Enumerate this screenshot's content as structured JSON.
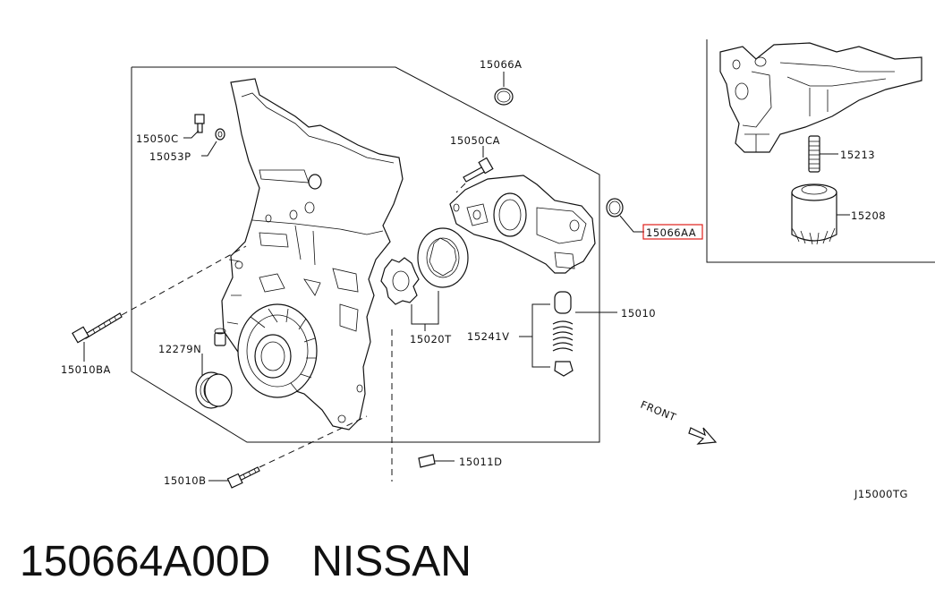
{
  "labels": {
    "l15066A": "15066A",
    "l15050CA": "15050CA",
    "l15050C": "15050C",
    "l15053P": "15053P",
    "l15066AA": "15066AA",
    "l15213": "15213",
    "l15208": "15208",
    "l15010": "15010",
    "l15020T": "15020T",
    "l15241V": "15241V",
    "l12279N": "12279N",
    "l15010BA": "15010BA",
    "l15011D": "15011D",
    "l15010B": "15010B",
    "front": "FRONT",
    "code": "J15000TG"
  },
  "footer": {
    "part_number": "150664A00D",
    "brand": "NISSAN"
  },
  "highlight_color": "#e0201a"
}
